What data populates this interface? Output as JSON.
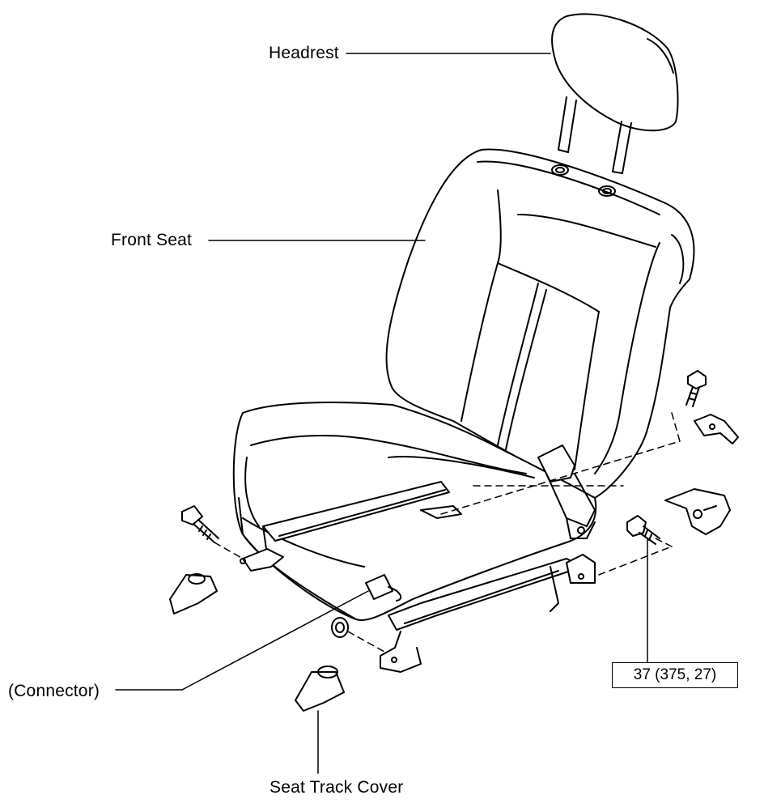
{
  "labels": {
    "headrest": "Headrest",
    "front_seat": "Front Seat",
    "connector": "(Connector)",
    "seat_track_cover": "Seat Track Cover"
  },
  "torque_spec": "37 (375, 27)",
  "colors": {
    "ink": "#000000",
    "paper": "#ffffff"
  }
}
